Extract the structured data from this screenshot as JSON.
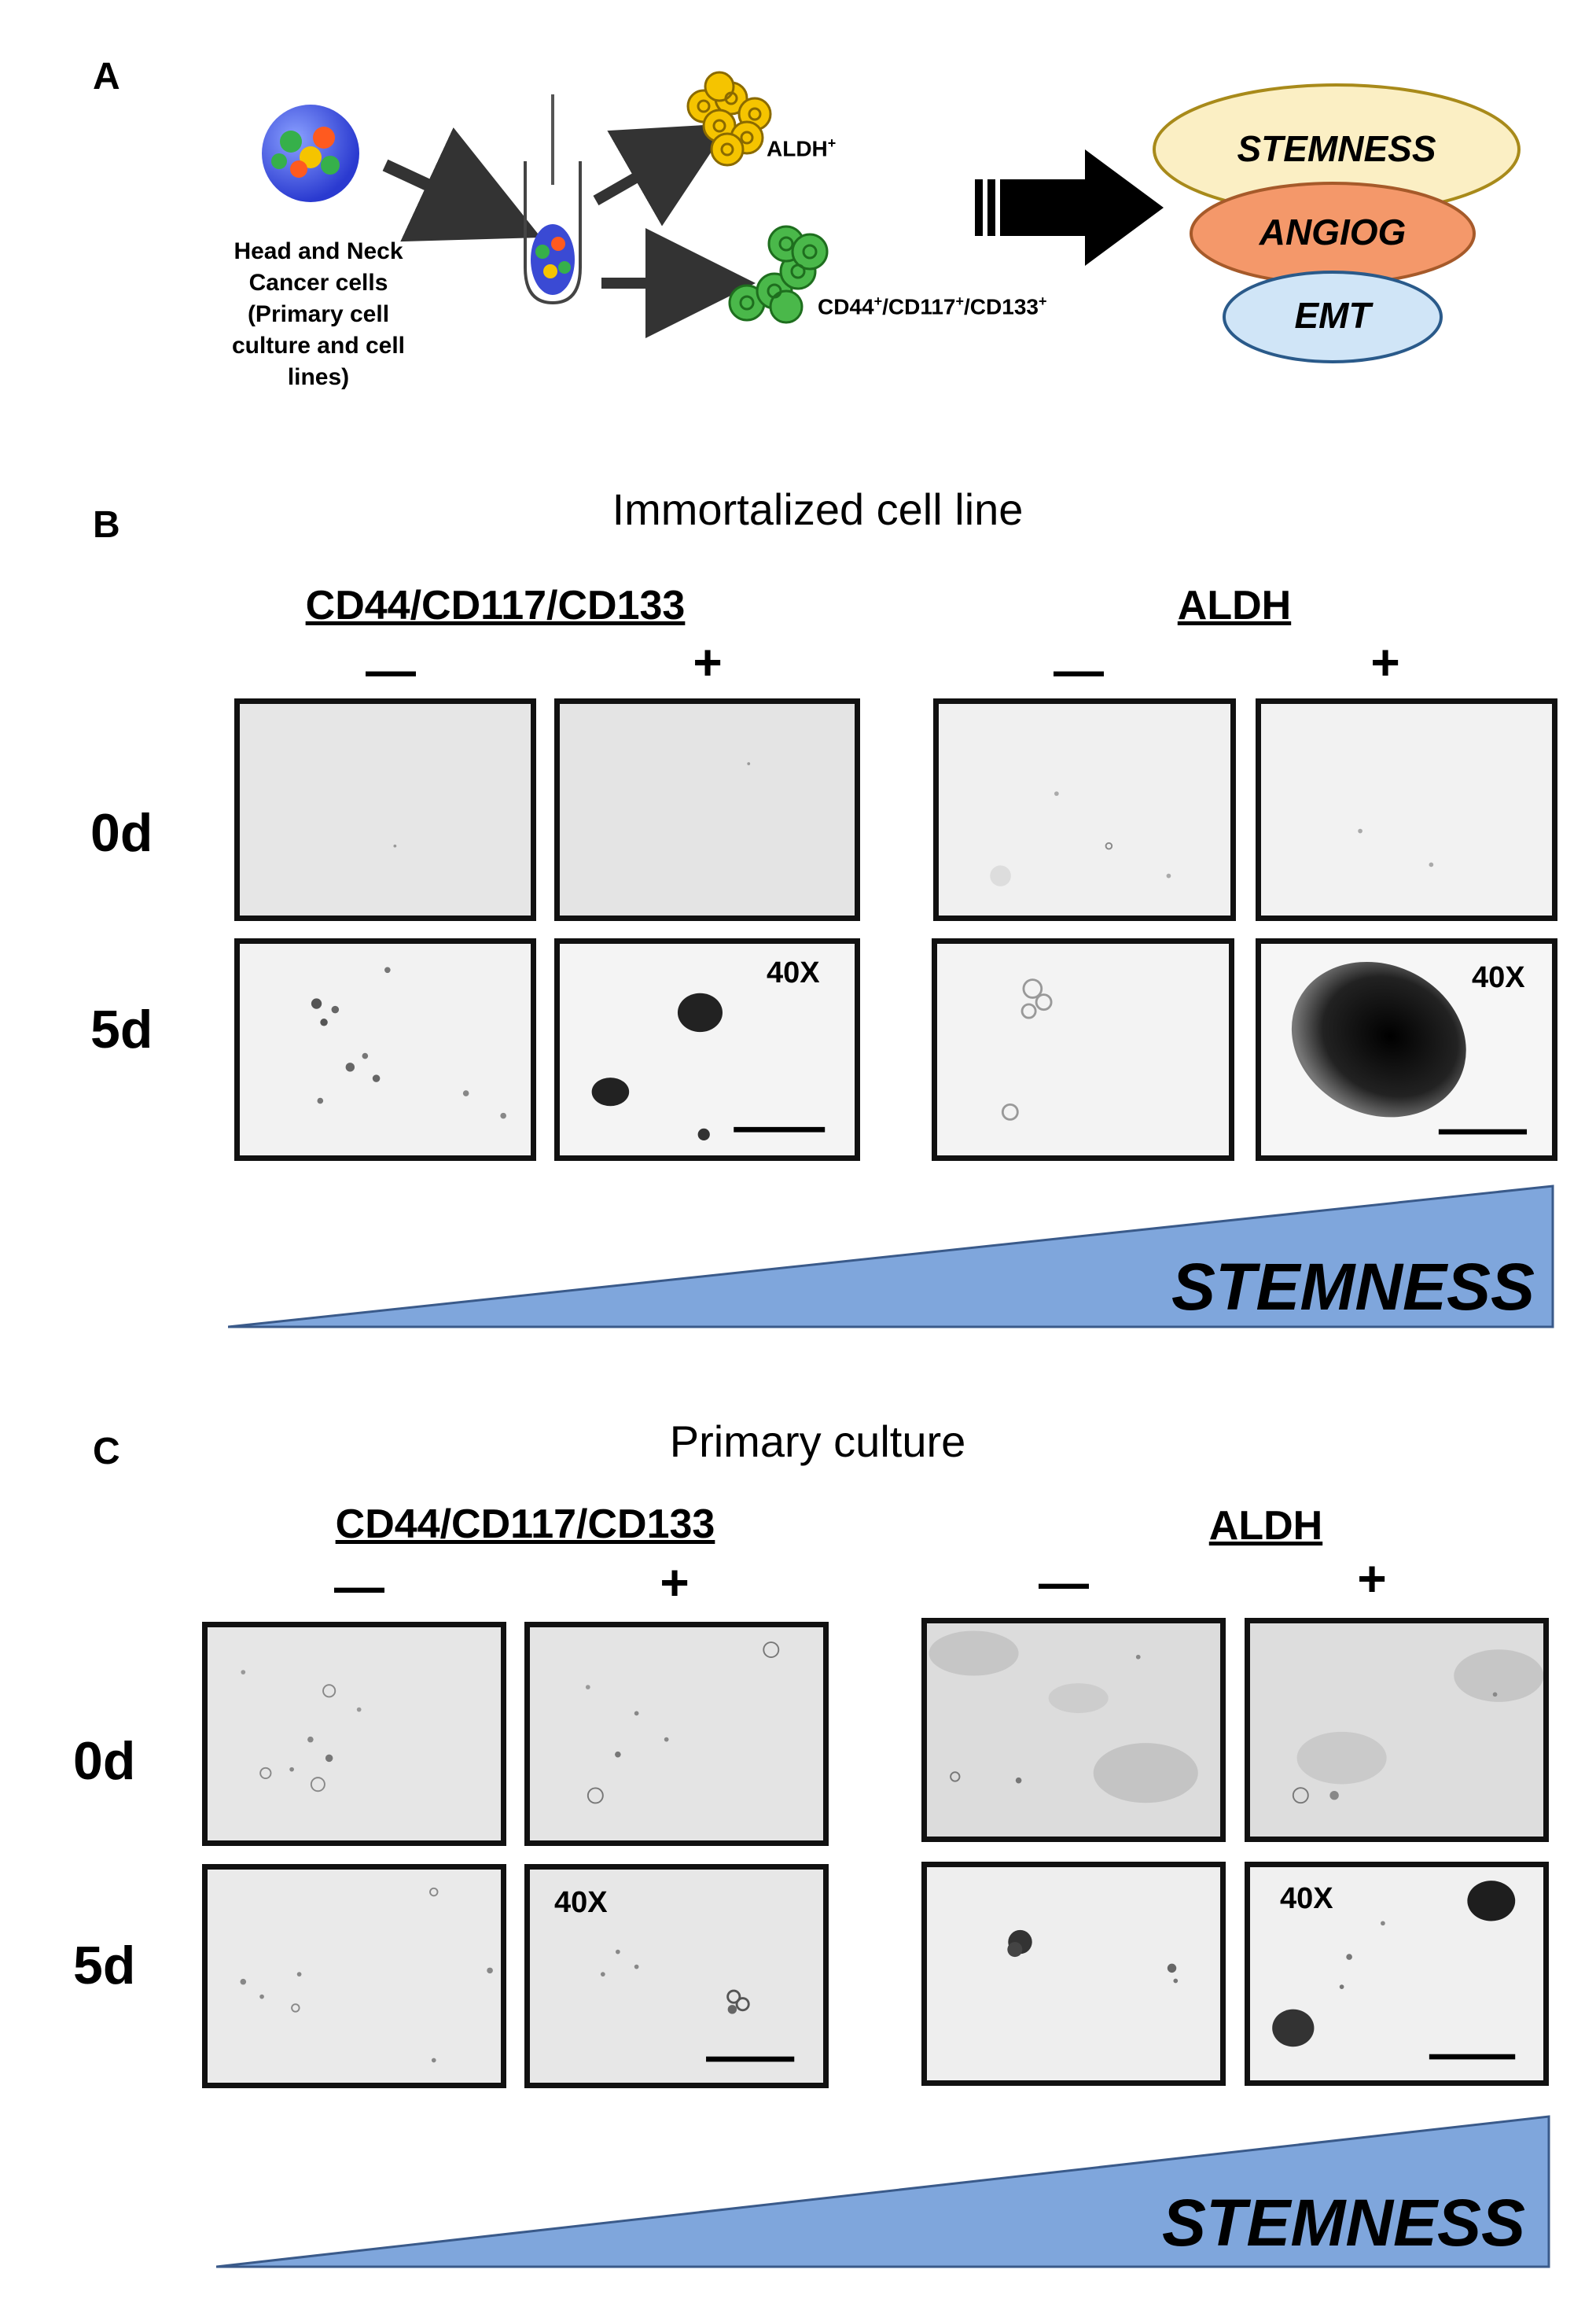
{
  "panel_a": {
    "letter": "A",
    "source_label": [
      "Head and Neck",
      "Cancer cells",
      "(Primary cell",
      "culture and cell",
      "lines)"
    ],
    "aldh_label": "ALDH",
    "aldh_sup": "+",
    "cd_label_parts": [
      "CD44",
      "+",
      "/CD117",
      "+",
      "/CD133",
      "+"
    ],
    "ovals": [
      "STEMNESS",
      "ANGIOG",
      "EMT"
    ],
    "colors": {
      "stemness_oval": "#fbefc4",
      "angiog_oval": "#f4986a",
      "emt_oval": "#d0e5f7",
      "aldh_cells": "#f5c400",
      "cd_cells": "#4ab84a"
    }
  },
  "panel_b": {
    "letter": "B",
    "title": "Immortalized  cell line",
    "markers": [
      "CD44/CD117/CD133",
      "ALDH"
    ],
    "minus": "—",
    "plus": "+",
    "rows": [
      "0d",
      "5d"
    ],
    "magnification": "40X",
    "wedge_label": "STEMNESS"
  },
  "panel_c": {
    "letter": "C",
    "title": "Primary culture",
    "markers": [
      "CD44/CD117/CD133",
      "ALDH"
    ],
    "minus": "—",
    "plus": "+",
    "rows": [
      "0d",
      "5d"
    ],
    "magnification": "40X",
    "wedge_label": "STEMNESS"
  },
  "wedge_color": "#7fa6dc"
}
